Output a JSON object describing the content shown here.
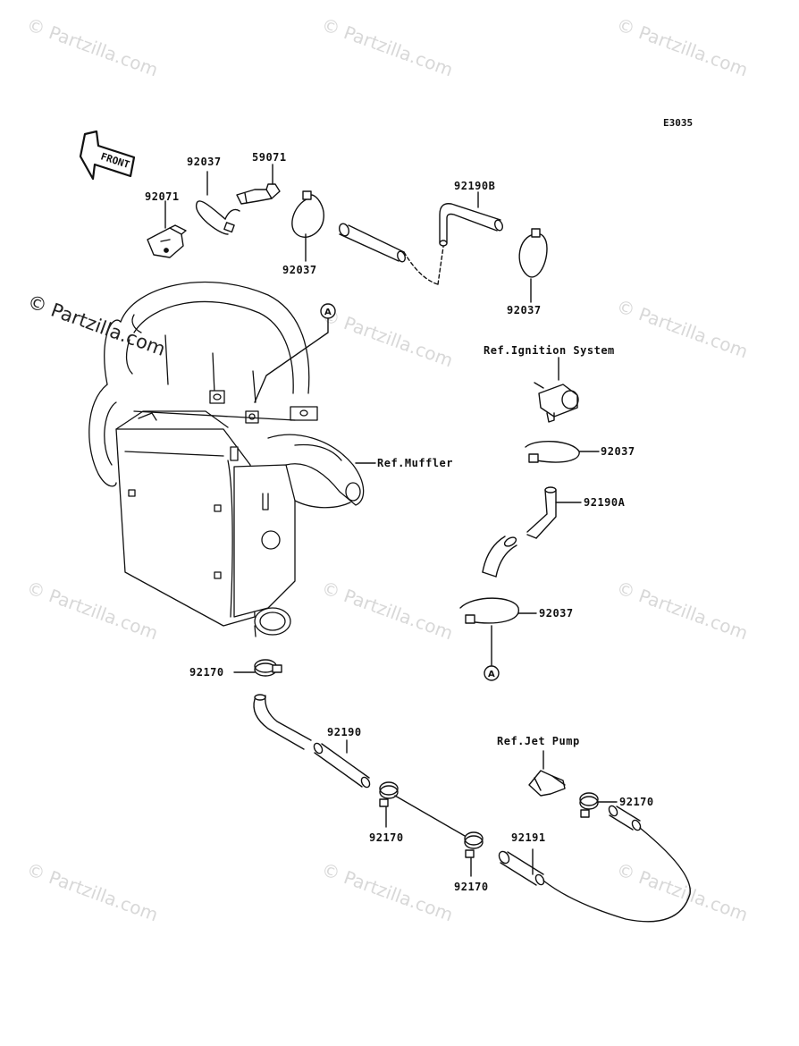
{
  "diagram_code": "E3035",
  "front_label": "FRONT",
  "watermark": {
    "faint_text": "© Partzilla.com",
    "dark_text": "© Partzilla.com"
  },
  "ref_marker": "A",
  "labels": {
    "p92071": "92071",
    "p92037_a": "92037",
    "p59071": "59071",
    "p92037_b": "92037",
    "p92190B": "92190B",
    "p92037_c": "92037",
    "ref_ignition": "Ref.Ignition System",
    "p92037_d": "92037",
    "ref_muffler": "Ref.Muffler",
    "p92190A": "92190A",
    "p92037_e": "92037",
    "p92170_a": "92170",
    "p92190": "92190",
    "ref_jet_pump": "Ref.Jet Pump",
    "p92170_b": "92170",
    "p92170_c": "92170",
    "p92191": "92191",
    "p92170_d": "92170"
  }
}
